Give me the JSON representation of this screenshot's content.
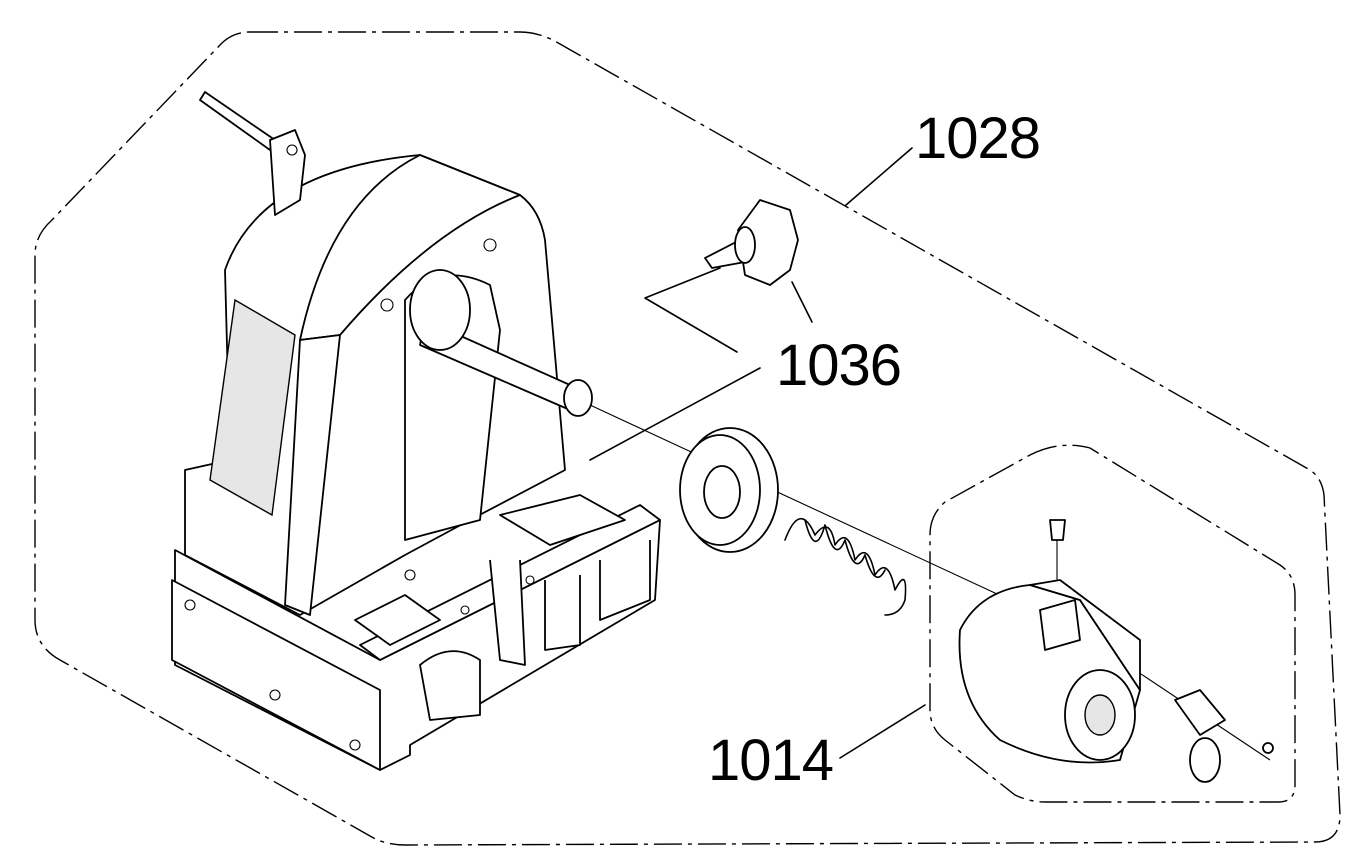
{
  "diagram": {
    "callouts": [
      {
        "id": "assembly",
        "label": "1028"
      },
      {
        "id": "knob",
        "label": "1036"
      },
      {
        "id": "hub",
        "label": "1014"
      }
    ]
  }
}
